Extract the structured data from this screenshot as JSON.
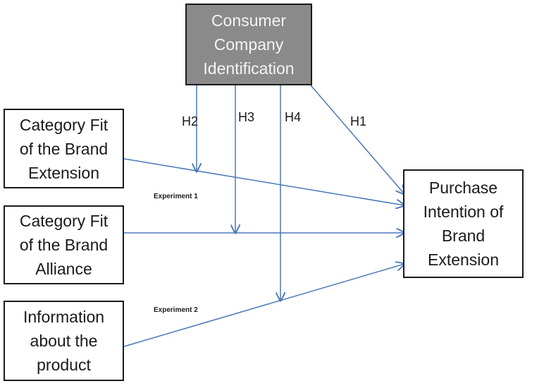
{
  "moderator": {
    "lines": [
      "Consumer",
      "Company",
      "Identification"
    ],
    "fill": "#8a8a8a",
    "text_color": "#f4f4f4"
  },
  "independents": [
    {
      "id": "category-fit-extension",
      "lines": [
        "Category Fit",
        "of the Brand",
        "Extension"
      ]
    },
    {
      "id": "category-fit-alliance",
      "lines": [
        "Category Fit",
        "of the Brand",
        "Alliance"
      ]
    },
    {
      "id": "information-product",
      "lines": [
        "Information",
        "about the",
        "product"
      ]
    }
  ],
  "outcome": {
    "lines": [
      "Purchase",
      "Intention of",
      "Brand",
      "Extension"
    ]
  },
  "hypotheses": [
    "H2",
    "H3",
    "H4",
    "H1"
  ],
  "experiments": [
    "Experiment 1",
    "Experiment 2"
  ],
  "arrow_color": "#4a78b8"
}
